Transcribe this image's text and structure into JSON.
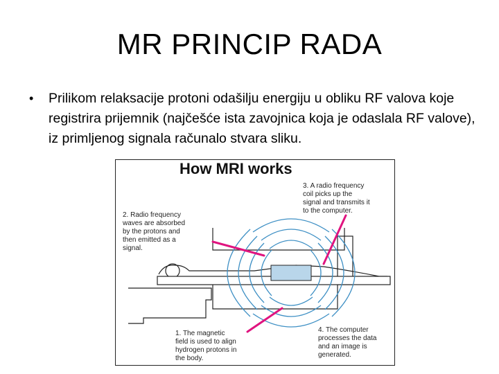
{
  "slide": {
    "title": "MR PRINCIP RADA",
    "bullet": "Prilikom relaksacije protoni odašilju energiju u obliku RF valova koje registrira prijemnik (najčešće ista zavojnica koja je odaslala RF valove), iz primljenog signala  računalo stvara sliku."
  },
  "figure": {
    "title": "How MRI works",
    "label2": [
      "2. Radio frequency",
      "waves are absorbed",
      "by the protons and",
      "then emitted as a",
      "signal."
    ],
    "label3": [
      "3. A radio frequency",
      "coil picks up the",
      "signal and transmits it",
      "to the computer."
    ],
    "label1": [
      "1. The magnetic",
      "field is used to align",
      "hydrogen protons in",
      "the body."
    ],
    "label4": [
      "4. The computer",
      "processes the data",
      "and an image is",
      "generated."
    ],
    "colors": {
      "wave": "#3d8fc4",
      "pointer": "#e0147f",
      "line": "#222222",
      "table_fill": "#b9d6ea"
    }
  }
}
